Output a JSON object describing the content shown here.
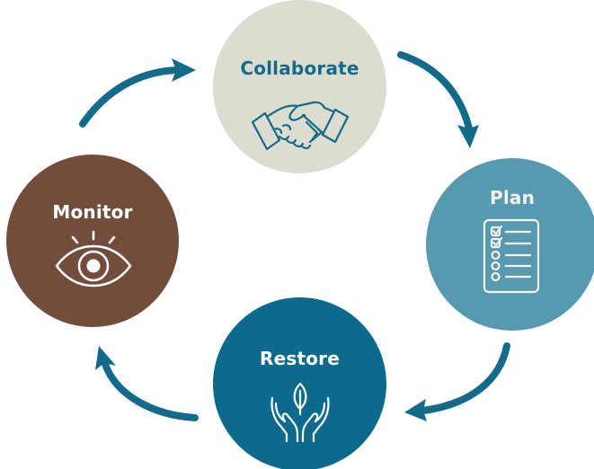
{
  "diagram": {
    "type": "cycle",
    "nodes": [
      {
        "key": "collaborate",
        "label": "Collaborate",
        "icon": "handshake-icon",
        "fill": "#DCDDD0",
        "text_color": "#136B89"
      },
      {
        "key": "plan",
        "label": "Plan",
        "icon": "checklist-icon",
        "fill": "#579AB0",
        "text_color": "#F4F1E8"
      },
      {
        "key": "restore",
        "label": "Restore",
        "icon": "hands-leaf-icon",
        "fill": "#0C6A8C",
        "text_color": "#FFFFFF"
      },
      {
        "key": "monitor",
        "label": "Monitor",
        "icon": "eye-icon",
        "fill": "#734D3C",
        "text_color": "#FFFFFF"
      }
    ],
    "flow": [
      "collaborate",
      "plan",
      "restore",
      "monitor",
      "collaborate"
    ],
    "arrow_color": "#136B89"
  }
}
